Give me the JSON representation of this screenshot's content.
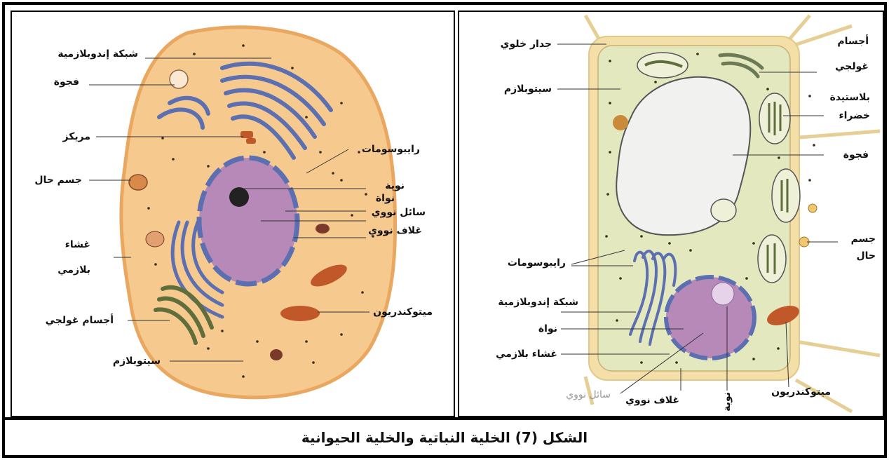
{
  "figure": {
    "caption": "الشكل (7) الخلية النباتية والخلية الحيوانية"
  },
  "animal_cell": {
    "labels": {
      "er": "شبكة إندوبلازمية",
      "vacuole": "فجوة",
      "centrosome": "مريكز",
      "ribosomes": "رايبوسومات",
      "lysosome": "جسم حال",
      "nucleolus": "نوية",
      "nucleus": "نواة",
      "nuclear_sap": "سائل نووي",
      "nuclear_envelope": "غلاف نووي",
      "membrane_1": "غشاء",
      "membrane_2": "بلازمي",
      "mitochondrion": "ميتوكندريون",
      "golgi": "أجسام غولجي",
      "cytoplasm": "سيتوبلازم"
    }
  },
  "plant_cell": {
    "labels": {
      "cell_wall": "جدار خلوي",
      "golgi_1": "أجسام",
      "golgi_2": "غولجي",
      "cytoplasm": "سيتوبلازم",
      "chloroplast_1": "بلاستيدة",
      "chloroplast_2": "خضراء",
      "vacuole": "فجوة",
      "lysosome_1": "جسم",
      "lysosome_2": "حال",
      "ribosomes": "رايبوسومات",
      "er": "شبكة إندوبلازمية",
      "nucleus": "نواة",
      "membrane": "غشاء بلازمي",
      "nuclear_sap": "سائل نووي",
      "nuclear_envelope": "غلاف نووي",
      "nucleolus": "نوية",
      "mitochondrion": "ميتوكندريون"
    }
  },
  "colors": {
    "animal_cytoplasm": "#f6c98f",
    "animal_membrane": "#e9a760",
    "plant_cytoplasm": "#e4e8bf",
    "plant_wall": "#f4dfa8",
    "nucleus": "#b689b8",
    "er_blue": "#5c6fb0",
    "mitochondria": "#c0582a",
    "chloroplast": "#5f6e3b"
  }
}
